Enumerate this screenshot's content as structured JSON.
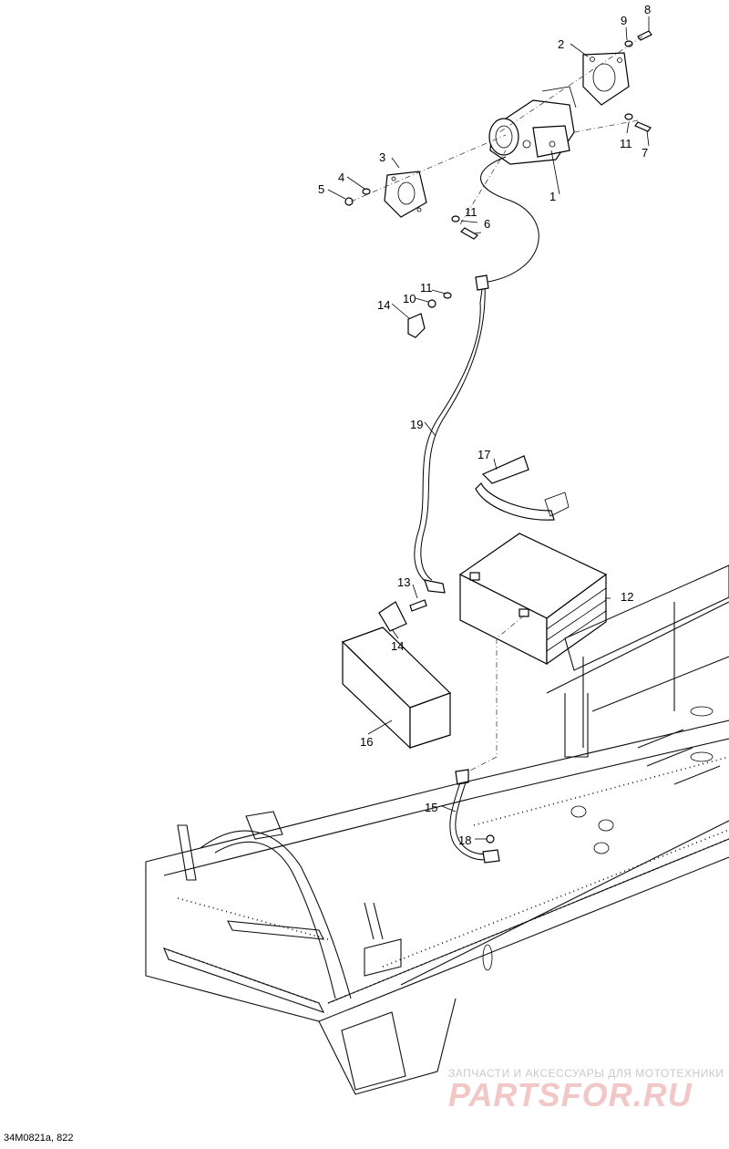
{
  "diagram": {
    "drawing_code": "34M0821a, 822",
    "callouts": {
      "c1": "1",
      "c2": "2",
      "c3": "3",
      "c4": "4",
      "c5": "5",
      "c6": "6",
      "c7": "7",
      "c8": "8",
      "c9": "9",
      "c10": "10",
      "c11a": "11",
      "c11b": "11",
      "c11c": "11",
      "c12": "12",
      "c13": "13",
      "c14a": "14",
      "c14b": "14",
      "c15": "15",
      "c16": "16",
      "c17": "17",
      "c18": "18",
      "c19": "19"
    }
  },
  "watermark": {
    "tagline": "ЗАПЧАСТИ И АКСЕССУАРЫ ДЛЯ МОТОТЕХНИКИ",
    "logo": "PARTSFOR.RU"
  },
  "colors": {
    "ink": "#000000",
    "watermark_text": "#c9c9c9",
    "watermark_logo": "#f2c7c7"
  }
}
